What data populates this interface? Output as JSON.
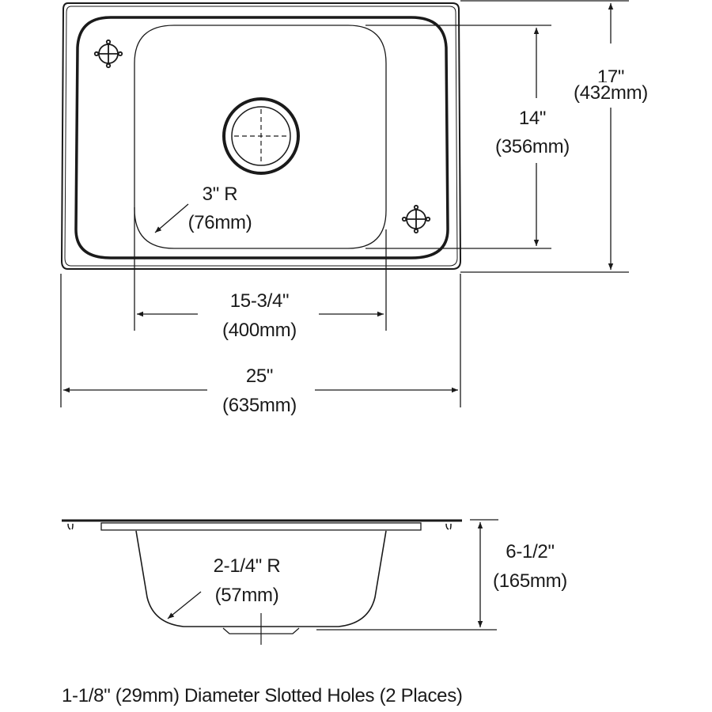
{
  "diagram": {
    "type": "sink dimension drawing",
    "views": [
      "top view",
      "side view"
    ],
    "top_view": {
      "overall_length": {
        "imperial": "25\"",
        "metric": "(635mm)"
      },
      "overall_width": {
        "imperial": "17\"",
        "metric": "(432mm)"
      },
      "bowl_length": {
        "imperial": "15-3/4\"",
        "metric": "(400mm)"
      },
      "bowl_width": {
        "imperial": "14\"",
        "metric": "(356mm)"
      },
      "corner_radius": {
        "imperial": "3\" R",
        "metric": "(76mm)"
      },
      "faucet_holes": 2
    },
    "side_view": {
      "depth": {
        "imperial": "6-1/2\"",
        "metric": "(165mm)"
      },
      "bottom_radius": {
        "imperial": "2-1/4\" R",
        "metric": "(57mm)"
      }
    },
    "footnote": "1-1/8\" (29mm) Diameter Slotted Holes (2 Places)",
    "colors": {
      "line": "#1a1a1a",
      "background": "#ffffff"
    }
  }
}
